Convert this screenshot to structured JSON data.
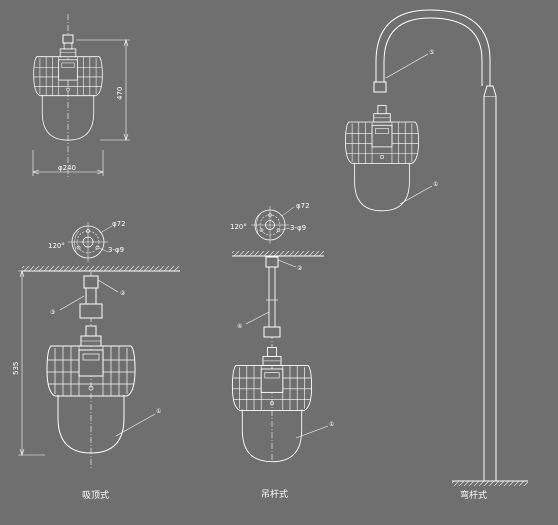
{
  "top_fixture": {
    "dim_height": "470",
    "dim_diameter": "φ240"
  },
  "left_fixture": {
    "caption": "吸顶式",
    "dim_height": "535",
    "flange": {
      "angle": "120°",
      "dia": "φ72",
      "holes": "3-φ9"
    },
    "callouts": [
      "③",
      "②",
      "①"
    ]
  },
  "middle_fixture": {
    "caption": "吊杆式",
    "flange": {
      "angle": "120°",
      "dia": "φ72",
      "holes": "3-φ9"
    },
    "callouts": [
      "②",
      "④",
      "①"
    ]
  },
  "right_fixture": {
    "caption": "弯杆式",
    "callouts": [
      "⑤",
      "①"
    ]
  },
  "colors": {
    "background": "#6f6f6f",
    "line": "#ffffff"
  }
}
